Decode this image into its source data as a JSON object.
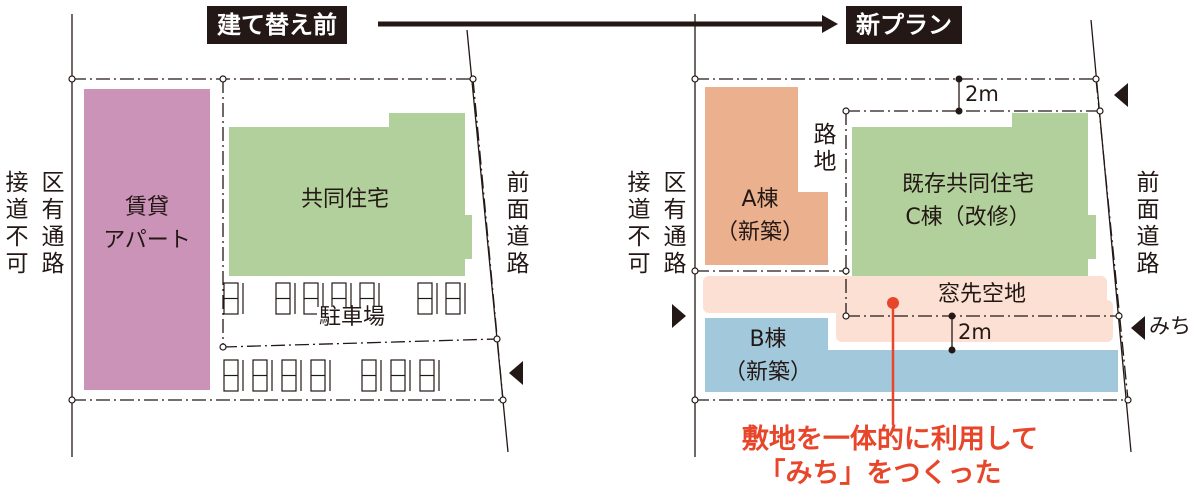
{
  "colors": {
    "apartment": "#cc93b8",
    "existing": "#b2d09b",
    "building_a": "#ebb08e",
    "building_b": "#a2c8dc",
    "window_space": "#fbe0d3",
    "accent": "#e8462a",
    "ink": "#231815"
  },
  "before": {
    "title": "建て替え前",
    "left_road_1": "区有通路",
    "left_road_2": "接道不可",
    "front_road": "前面道路",
    "apartment_1": "賃貸",
    "apartment_2": "アパート",
    "complex": "共同住宅",
    "parking": "駐車場"
  },
  "after": {
    "title": "新プラン",
    "left_road_1": "区有通路",
    "left_road_2": "接道不可",
    "front_road": "前面道路",
    "alley": "路地",
    "a_1": "A棟",
    "a_2": "（新築）",
    "b_1": "B棟",
    "b_2": "（新築）",
    "c_1": "既存共同住宅",
    "c_2": "C棟（改修）",
    "window_space": "窓先空地",
    "dim_top": "2m",
    "dim_mid": "2m",
    "michi": "みち",
    "callout_1": "敷地を一体的に利用して",
    "callout_2": "「みち」をつくった"
  }
}
